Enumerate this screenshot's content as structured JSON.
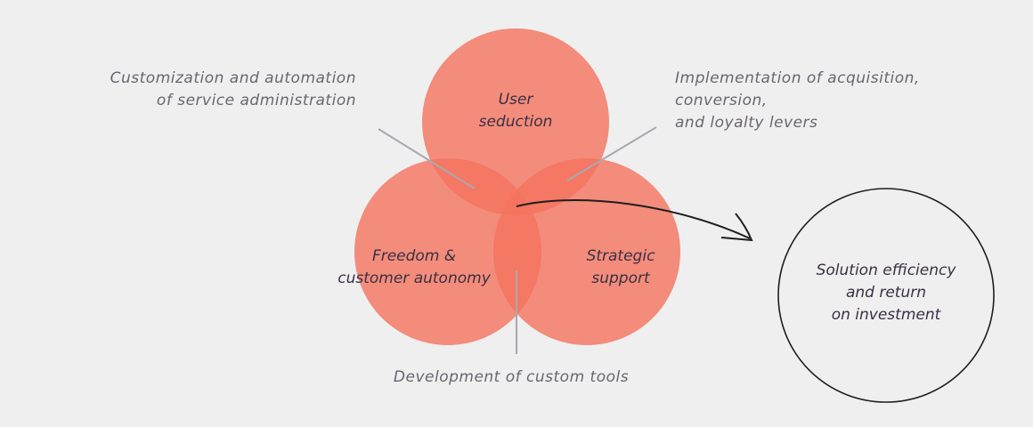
{
  "colors": {
    "circle": "#f4735e",
    "background": "#efefef",
    "line": "#a8a8b0",
    "ink": "#1e1e1e"
  },
  "circles": {
    "top": "User seduction",
    "left": "Freedom & customer autonomy",
    "right": "Strategic support"
  },
  "circle_lines": {
    "top": [
      "User",
      "seduction"
    ],
    "left": [
      "Freedom &",
      "customer autonomy"
    ],
    "right": [
      "Strategic",
      "support"
    ]
  },
  "annotations": {
    "top_left": [
      "Customization and automation",
      "of service administration"
    ],
    "top_right": [
      "Implementation of acquisition,",
      "conversion,",
      "and loyalty levers"
    ],
    "bottom": "Development of custom tools"
  },
  "outcome": [
    "Solution efficiency",
    "and return",
    "on investment"
  ]
}
